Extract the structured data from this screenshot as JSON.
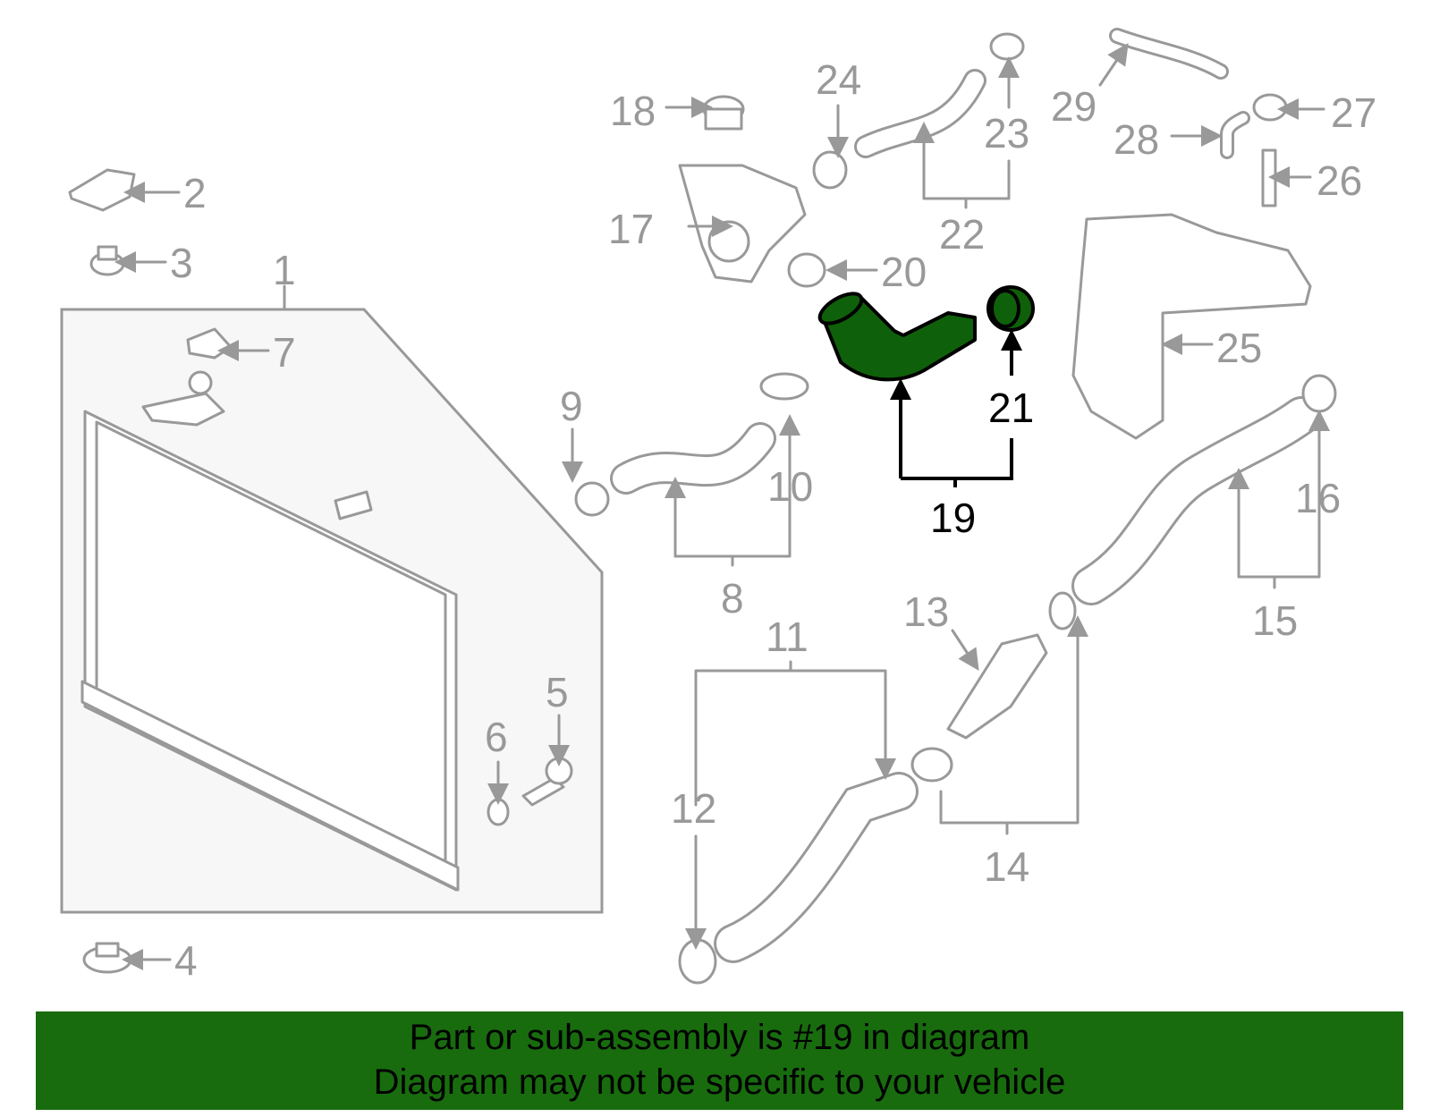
{
  "diagram": {
    "highlighted_part": "19",
    "highlight_color": "#0f600a",
    "part_labels": [
      "1",
      "2",
      "3",
      "4",
      "5",
      "6",
      "7",
      "8",
      "9",
      "10",
      "11",
      "12",
      "13",
      "14",
      "15",
      "16",
      "17",
      "18",
      "19",
      "20",
      "21",
      "22",
      "23",
      "24",
      "25",
      "26",
      "27",
      "28",
      "29"
    ]
  },
  "banner": {
    "line1": "Part or sub-assembly is #19 in diagram",
    "line2": "Diagram may not be specific to your vehicle",
    "color": "#186c0e"
  }
}
